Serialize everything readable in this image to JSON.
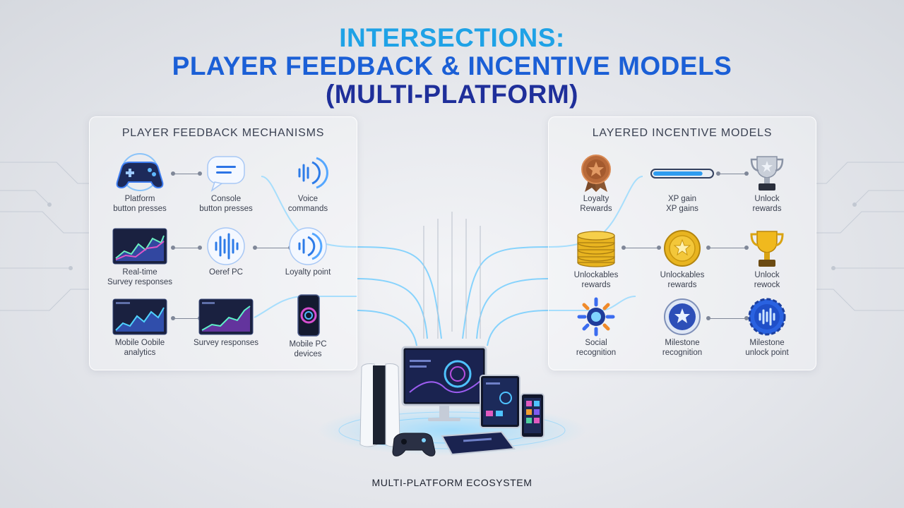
{
  "title": {
    "line1": "INTERSECTIONS:",
    "line2": "PLAYER FEEDBACK & INCENTIVE MODELS",
    "line3": "(MULTI-PLATFORM)"
  },
  "left_panel": {
    "title": "PLAYER FEEDBACK MECHANISMS",
    "nodes": [
      {
        "label1": "Platform",
        "label2": "button presses",
        "icon": "gamepad-icon"
      },
      {
        "label1": "Console",
        "label2": "button presses",
        "icon": "chat-bubble-icon"
      },
      {
        "label1": "Voice",
        "label2": "commands",
        "icon": "voice-wave-icon"
      },
      {
        "label1": "Real-time",
        "label2": "Survey responses",
        "icon": "chart-monitor-icon"
      },
      {
        "label1": "Oeref PC",
        "label2": "",
        "icon": "sound-wave-icon"
      },
      {
        "label1": "Loyalty point",
        "label2": "",
        "icon": "voice-wave-icon"
      },
      {
        "label1": "Mobile Oobile",
        "label2": "analytics",
        "icon": "analytics-monitor-icon"
      },
      {
        "label1": "Survey responses",
        "label2": "",
        "icon": "chart-monitor-icon"
      },
      {
        "label1": "Mobile PC",
        "label2": "devices",
        "icon": "smartphone-icon"
      }
    ]
  },
  "right_panel": {
    "title": "LAYERED INCENTIVE MODELS",
    "nodes": [
      {
        "label1": "Loyalty",
        "label2": "Rewards",
        "icon": "bronze-medal-icon"
      },
      {
        "label1": "XP gain",
        "label2": "XP gains",
        "icon": "xp-bar-icon",
        "progress": 0.85
      },
      {
        "label1": "Unlock",
        "label2": "rewards",
        "icon": "silver-trophy-icon"
      },
      {
        "label1": "Unlockables",
        "label2": "rewards",
        "icon": "coin-stack-icon"
      },
      {
        "label1": "Unlockables",
        "label2": "rewards",
        "icon": "gold-coin-icon"
      },
      {
        "label1": "Unlock",
        "label2": "rewock",
        "icon": "gold-trophy-icon"
      },
      {
        "label1": "Social",
        "label2": "recognition",
        "icon": "gear-badge-icon"
      },
      {
        "label1": "Milestone",
        "label2": "recognition",
        "icon": "star-badge-icon"
      },
      {
        "label1": "Milestone",
        "label2": "unlock point",
        "icon": "shield-gear-icon"
      }
    ]
  },
  "footer": {
    "label": "MULTI-PLATFORM ECOSYSTEM"
  },
  "colors": {
    "title_light": "#1fa2e6",
    "title_mid": "#1b5fd6",
    "title_dark": "#1f2f9a",
    "accent_glow": "#4fc3ff",
    "gold": "#e8b420",
    "bronze": "#b86a3a"
  }
}
